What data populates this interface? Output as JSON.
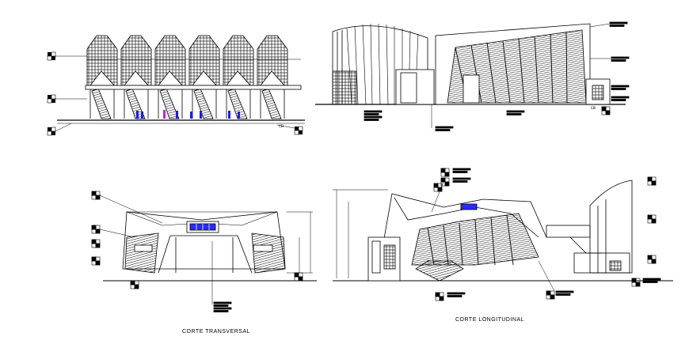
{
  "drawing": {
    "sheet_background": "#ffffff",
    "line_color": "#000000",
    "people_colors": [
      "#1a1aff",
      "#cc22cc"
    ],
    "views": [
      {
        "id": "top-left-elevation",
        "tag": "CB",
        "title": ""
      },
      {
        "id": "top-right-elevation",
        "tag": "CB",
        "title": ""
      },
      {
        "id": "bottom-left-section",
        "title": "CORTE TRANSVERSAL"
      },
      {
        "id": "bottom-right-section",
        "title": "CORTE LONGITUDINAL"
      }
    ]
  }
}
